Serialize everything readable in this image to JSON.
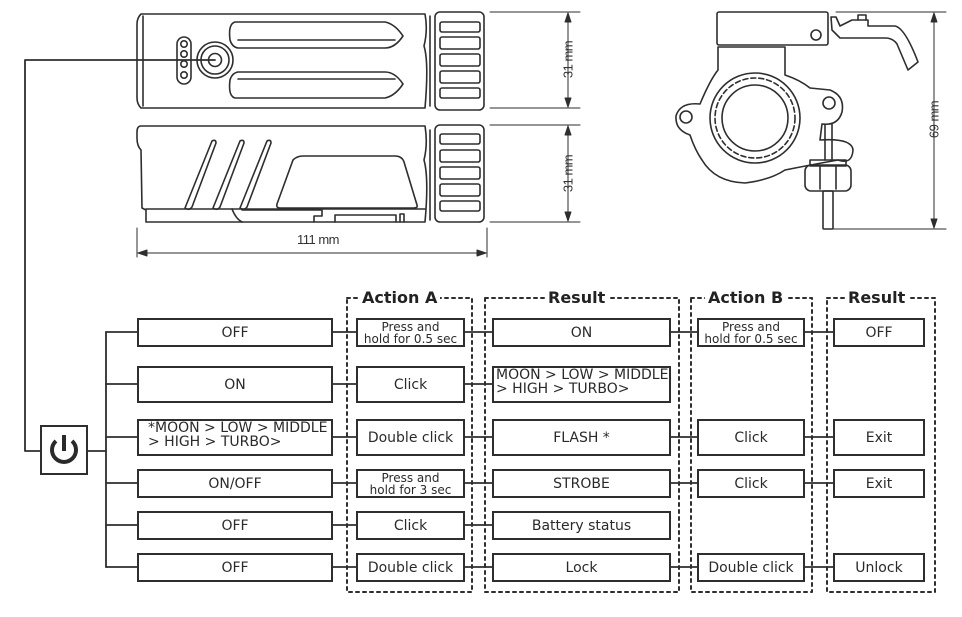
{
  "dimensions": {
    "front_height": "31 mm",
    "side_height": "31 mm",
    "length": "111 mm",
    "mount_height": "69 mm"
  },
  "icons": {
    "power_button": "power-icon"
  },
  "table": {
    "headers": {
      "action_a": "Action A",
      "result_a": "Result",
      "action_b": "Action B",
      "result_b": "Result"
    },
    "rows": [
      {
        "state": "OFF",
        "action_a": "Press and hold for 0.5 sec",
        "result_a": "ON",
        "action_b": "Press and hold for 0.5 sec",
        "result_b": "OFF"
      },
      {
        "state": "ON",
        "action_a": "Click",
        "result_a": "MOON > LOW > MIDDLE > HIGH > TURBO>",
        "action_b": "",
        "result_b": ""
      },
      {
        "state": "*MOON > LOW > MIDDLE > HIGH > TURBO>",
        "action_a": "Double click",
        "result_a": "FLASH *",
        "action_b": "Click",
        "result_b": "Exit"
      },
      {
        "state": "ON/OFF",
        "action_a": "Press and hold for 3 sec",
        "result_a": "STROBE",
        "action_b": "Click",
        "result_b": "Exit"
      },
      {
        "state": "OFF",
        "action_a": "Click",
        "result_a": "Battery status",
        "action_b": "",
        "result_b": ""
      },
      {
        "state": "OFF",
        "action_a": "Double click",
        "result_a": "Lock",
        "action_b": "Double click",
        "result_b": "Unlock"
      }
    ],
    "multiline": {
      "press_hold_05_line1": "Press and",
      "press_hold_05_line2": "hold for 0.5 sec",
      "press_hold_3_line1": "Press and",
      "press_hold_3_line2": "hold for 3 sec",
      "modes_line1": "MOON > LOW > MIDDLE",
      "modes_line2": "> HIGH > TURBO>",
      "modes_star_line1": "*MOON > LOW > MIDDLE",
      "modes_star_line2": "> HIGH > TURBO>"
    }
  }
}
